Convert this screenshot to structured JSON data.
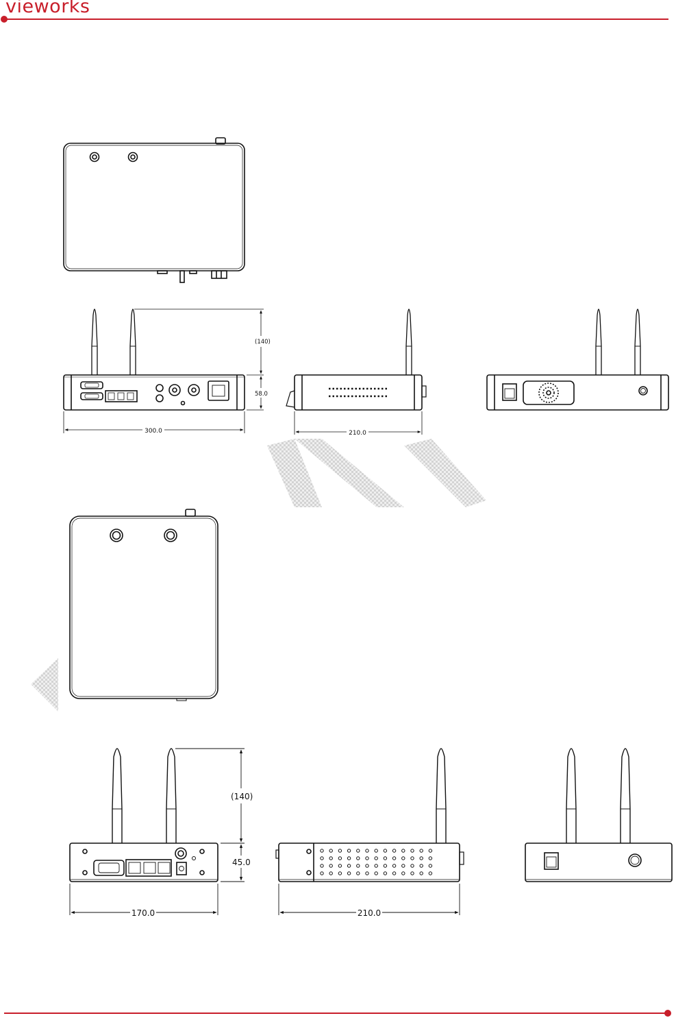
{
  "header": {
    "logo_text": "vieworks",
    "accent_color": "#c81e2a"
  },
  "drawing_1": {
    "front_width_dim": "300.0",
    "height_dim": "58.0",
    "antenna_dim": "(140)",
    "side_depth_dim": "210.0"
  },
  "drawing_2": {
    "front_width_dim": "170.0",
    "height_dim": "45.0",
    "antenna_dim": "(140)",
    "side_depth_dim": "210.0"
  }
}
